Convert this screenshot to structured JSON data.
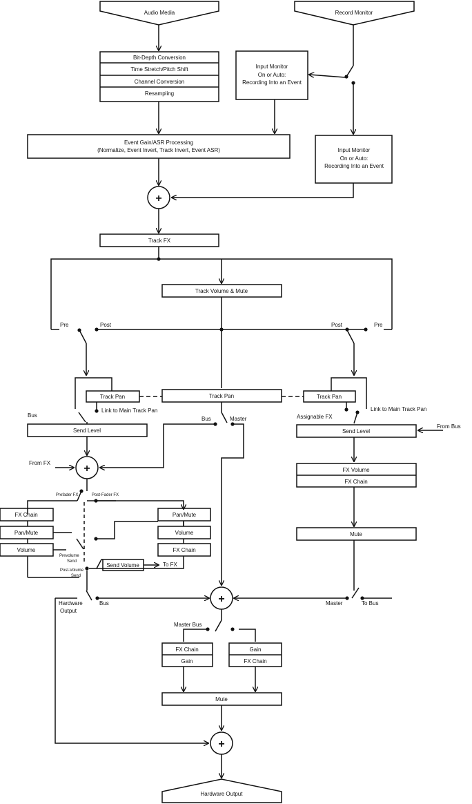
{
  "inputs": {
    "audio_media": "Audio Media",
    "record_monitor": "Record Monitor"
  },
  "conversion": {
    "bit_depth": "Bit-Depth Conversion",
    "time_stretch": "Time Stretch/Pitch Shift",
    "channel": "Channel Conversion",
    "resampling": "Resampling"
  },
  "input_monitor": {
    "line1": "Input Monitor",
    "line2": "On or Auto:",
    "line3": "Recording Into an Event"
  },
  "event_gain": {
    "line1": "Event Gain/ASR Processing",
    "line2": "(Normalize, Event Invert, Track Invert, Event ASR)"
  },
  "track": {
    "fx": "Track FX",
    "volume_mute": "Track Volume & Mute",
    "pan": "Track Pan"
  },
  "labels": {
    "pre": "Pre",
    "post": "Post",
    "bus": "Bus",
    "master": "Master",
    "link_main_pan": "Link to Main Track Pan",
    "assignable_fx": "Assignable FX",
    "from_bus": "From Bus",
    "from_fx": "From FX",
    "prefader_fx": "Prefader FX",
    "postfader_fx": "Post-Fader FX",
    "prevolume_send_1": "Prevolume",
    "prevolume_send_2": "Send",
    "postvolume_send_1": "Post-Volume",
    "postvolume_send_2": "Send",
    "to_fx": "To FX",
    "hardware_output_1": "Hardware",
    "hardware_output_2": "Output",
    "to_bus": "To Bus",
    "master_bus": "Master Bus"
  },
  "blocks": {
    "send_level": "Send Level",
    "fx_chain": "FX Chain",
    "pan_mute": "Pan/Mute",
    "volume": "Volume",
    "send_volume": "Send Volume",
    "fx_volume": "FX Volume",
    "mute": "Mute",
    "gain": "Gain"
  },
  "outputs": {
    "hardware_output": "Hardware Output"
  },
  "symbols": {
    "plus": "+"
  }
}
